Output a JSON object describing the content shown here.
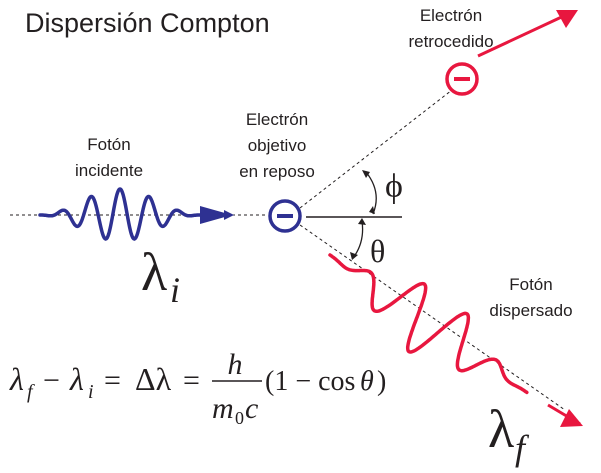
{
  "title": "Dispersión Compton",
  "labels": {
    "recoil_electron": [
      "Electrón",
      "retrocedido"
    ],
    "incident_photon": [
      "Fotón",
      "incidente"
    ],
    "target_electron": [
      "Electrón",
      "objetivo",
      "en reposo"
    ],
    "scattered_photon": [
      "Fotón",
      "dispersado"
    ]
  },
  "angles": {
    "phi": "ϕ",
    "theta": "θ"
  },
  "wavelengths": {
    "incident": {
      "base": "λ",
      "sub": "i"
    },
    "scattered": {
      "base": "λ",
      "sub": "f"
    }
  },
  "formula": {
    "lambda": "λ",
    "sub_f": "f",
    "sub_i": "i",
    "minus": "−",
    "equals1": "=",
    "delta": "Δλ",
    "equals2": "=",
    "numerator": "h",
    "denominator_m": "m",
    "denominator_sub": "0",
    "denominator_c": "c",
    "paren": "(1 − cos ",
    "theta": "θ",
    "close": ")"
  },
  "electron_symbol": "−",
  "colors": {
    "incident": "#2e3192",
    "scattered": "#e8173f",
    "line": "#231f20",
    "text": "#231f20"
  }
}
